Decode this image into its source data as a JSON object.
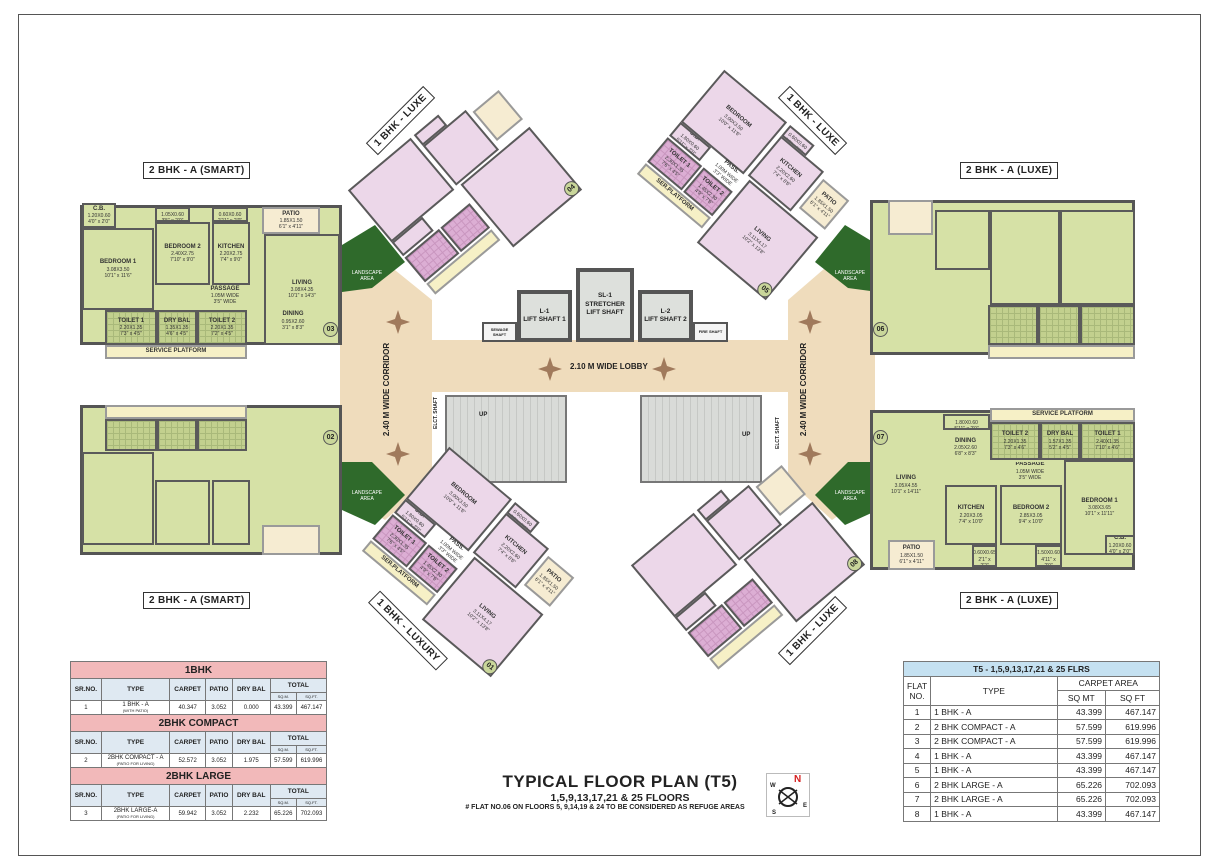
{
  "title": {
    "main": "TYPICAL FLOOR PLAN (T5)",
    "floors": "1,5,9,13,17,21 & 25 FLOORS",
    "note": "# FLAT NO.06 ON FLOORS 5, 9,14,19 & 24 TO BE CONSIDERED AS REFUGE AREAS"
  },
  "compass": {
    "n": "N",
    "e": "E",
    "s": "S",
    "w": "W",
    "n_color": "#d62020"
  },
  "unit_labels": {
    "tl": "2 BHK - A (SMART)",
    "bl": "2 BHK - A (SMART)",
    "tr": "2 BHK - A (LUXE)",
    "br": "2 BHK - A (LUXE)",
    "f04": "1 BHK - LUXE",
    "f05": "1 BHK - LUXE",
    "f08": "1 BHK - LUXE",
    "f01": "1 BHK - LUXURY"
  },
  "core": {
    "lobby": "2.10 M WIDE LOBBY",
    "corridor_left": "2.40 M WIDE CORRIDOR",
    "corridor_right": "2.40 M WIDE CORRIDOR",
    "lift1_tag": "L-1",
    "lift1": "LIFT SHAFT 1",
    "sl_tag": "SL-1",
    "sl": "STRETCHER LIFT SHAFT",
    "lift2_tag": "L-2",
    "lift2": "LIFT SHAFT 2",
    "sewage": "SEWAGE SHAFT",
    "fire": "FIRE SHAFT",
    "elec_left": "ELCT. SHAFT",
    "elec_right": "ELCT. SHAFT",
    "up_left": "UP",
    "up_right": "UP",
    "landscape": "LANDSCAPE AREA"
  },
  "flats": {
    "f03": {
      "number": "03",
      "rooms": [
        {
          "name": "C.B.",
          "dim": "1.20X0.60",
          "imp": "4'0\" x 2'0\""
        },
        {
          "name": "BEDROOM 1",
          "dim": "3.08X3.50",
          "imp": "10'1\" x 11'6\""
        },
        {
          "name": "C.B.",
          "dim": "1.05X0.60",
          "imp": "3'5\" x 2'0\""
        },
        {
          "name": "BEDROOM 2",
          "dim": "2.40X2.75",
          "imp": "7'10\" x 9'0\""
        },
        {
          "name": "C.B.",
          "dim": "0.60X0.60",
          "imp": "2'11\" x 2'0\""
        },
        {
          "name": "KITCHEN",
          "dim": "2.20X2.75",
          "imp": "7'4\" x 9'0\""
        },
        {
          "name": "PATIO",
          "dim": "1.85X1.50",
          "imp": "6'1\" x 4'11\""
        },
        {
          "name": "LIVING",
          "dim": "3.08X4.35",
          "imp": "10'1\" x 14'3\""
        },
        {
          "name": "PASSAGE",
          "dim": "1.05M WIDE",
          "imp": "3'5\" WIDE"
        },
        {
          "name": "DINING",
          "dim": "0.95X2.60",
          "imp": "3'1\" x 8'3\""
        },
        {
          "name": "TOILET 1",
          "dim": "2.20X1.35",
          "imp": "7'3\" x 4'5\""
        },
        {
          "name": "DRY BAL",
          "dim": "1.35X1.35",
          "imp": "4'6\" x 4'5\""
        },
        {
          "name": "TOILET 2",
          "dim": "2.20X1.35",
          "imp": "7'2\" x 4'5\""
        },
        {
          "name": "SERVICE PLATFORM",
          "dim": "",
          "imp": ""
        }
      ]
    },
    "f02": {
      "number": "02"
    },
    "f06": {
      "number": "06"
    },
    "f07": {
      "number": "07",
      "rooms": [
        {
          "name": "C.B.",
          "dim": "1.80X0.60",
          "imp": "5'11\" x 2'0\""
        },
        {
          "name": "DINING",
          "dim": "2.05X2.60",
          "imp": "6'8\" x 8'3\""
        },
        {
          "name": "TOILET 2",
          "dim": "2.20X1.35",
          "imp": "7'3\" x 4'6\""
        },
        {
          "name": "DRY BAL",
          "dim": "1.57X1.35",
          "imp": "5'2\" x 4'5\""
        },
        {
          "name": "TOILET 1",
          "dim": "2.40X1.35",
          "imp": "7'10\" x 4'6\""
        },
        {
          "name": "SERVICE PLATFORM",
          "dim": "",
          "imp": ""
        },
        {
          "name": "LIVING",
          "dim": "3.05X4.55",
          "imp": "10'1\" x 14'11\""
        },
        {
          "name": "PASSAGE",
          "dim": "1.05M WIDE",
          "imp": "3'5\" WIDE"
        },
        {
          "name": "KITCHEN",
          "dim": "2.20X3.05",
          "imp": "7'4\" x 10'0\""
        },
        {
          "name": "C.B.",
          "dim": "0.60X0.65",
          "imp": "2'1\" x 2'2\""
        },
        {
          "name": "BEDROOM 2",
          "dim": "2.85X3.05",
          "imp": "9'4\" x 10'0\""
        },
        {
          "name": "C.B.",
          "dim": "1.50X0.60",
          "imp": "4'11\" x 2'0\""
        },
        {
          "name": "BEDROOM 1",
          "dim": "3.08X3.65",
          "imp": "10'1\" x 11'11\""
        },
        {
          "name": "C.B.",
          "dim": "1.20X0.60",
          "imp": "4'0\" x 2'0\""
        },
        {
          "name": "PATIO",
          "dim": "1.85X1.50",
          "imp": "6'1\" x 4'11\""
        }
      ]
    },
    "f05": {
      "number": "05",
      "rooms": [
        {
          "name": "BEDROOM",
          "dim": "3.00X3.50",
          "imp": "10'0\" x 11'6\""
        },
        {
          "name": "C.B.",
          "dim": "1.80X0.60",
          "imp": "5'11\" x 2'0\""
        },
        {
          "name": "C.B.",
          "dim": "0.60X0.60",
          "imp": "2'0\" x 2'0\""
        },
        {
          "name": "KITCHEN",
          "dim": "2.20X2.60",
          "imp": "7'4\" x 8'6\""
        },
        {
          "name": "PATIO",
          "dim": "1.85X1.50",
          "imp": "6'1\" x 4'11\""
        },
        {
          "name": "TOILET 1",
          "dim": "2.30X1.35",
          "imp": "7'6\" x 4'5\""
        },
        {
          "name": "TOILET 2",
          "dim": "1.45X2.30",
          "imp": "4'9\" x 7'6\""
        },
        {
          "name": "PASS.",
          "dim": "1.00M WIDE",
          "imp": "3'3\" WIDE"
        },
        {
          "name": "LIVING",
          "dim": "3.11X4.17",
          "imp": "10'2\" x 13'8\""
        },
        {
          "name": "SER.PLATFORM",
          "dim": "",
          "imp": ""
        }
      ]
    },
    "f01": {
      "number": "01",
      "rooms": [
        {
          "name": "BEDROOM",
          "dim": "3.00X3.50",
          "imp": "10'0\" x 11'6\""
        },
        {
          "name": "C.B.",
          "dim": "1.80X0.60",
          "imp": "5'11\" x 2'0\""
        },
        {
          "name": "C.B.",
          "dim": "0.60X0.60",
          "imp": "2'0\" x 2'0\""
        },
        {
          "name": "KITCHEN",
          "dim": "2.20X2.60",
          "imp": "7'4\" x 8'6\""
        },
        {
          "name": "PATIO",
          "dim": "1.85X1.50",
          "imp": "6'1\" x 4'11\""
        },
        {
          "name": "TOILET 1",
          "dim": "2.30X1.35",
          "imp": "7'6\" x 4'5\""
        },
        {
          "name": "TOILET 2",
          "dim": "1.45X2.30",
          "imp": "4'9\" x 7'6\""
        },
        {
          "name": "PASS.",
          "dim": "1.00M WIDE",
          "imp": "3'3\" WIDE"
        },
        {
          "name": "LIVING",
          "dim": "3.11X4.17",
          "imp": "10'2\" x 13'8\""
        },
        {
          "name": "SER.PLATFORM",
          "dim": "",
          "imp": ""
        }
      ]
    },
    "f04": {
      "number": "04"
    },
    "f08": {
      "number": "08"
    }
  },
  "area_tables": {
    "headers": {
      "sr": "SR.NO.",
      "type": "TYPE",
      "carpet": "CARPET",
      "patio": "PATIO",
      "dry": "DRY BAL",
      "total": "TOTAL",
      "sqm": "SQ.M.",
      "sqft": "SQ.FT."
    },
    "sections": [
      {
        "title": "1BHK",
        "row": {
          "sr": "1",
          "type": "1 BHK - A",
          "sub": "(WITH PATIO)",
          "carpet": "40.347",
          "patio": "3.052",
          "dry": "0.000",
          "sqm": "43.399",
          "sqft": "467.147"
        }
      },
      {
        "title": "2BHK COMPACT",
        "row": {
          "sr": "2",
          "type": "2BHK COMPACT - A",
          "sub": "(PATIO FOR LIVING)",
          "carpet": "52.572",
          "patio": "3.052",
          "dry": "1.975",
          "sqm": "57.599",
          "sqft": "619.996"
        }
      },
      {
        "title": "2BHK LARGE",
        "row": {
          "sr": "3",
          "type": "2BHK LARGE-A",
          "sub": "(PATIO FOR LIVING)",
          "carpet": "59.942",
          "patio": "3.052",
          "dry": "2.232",
          "sqm": "65.226",
          "sqft": "702.093"
        }
      }
    ]
  },
  "flat_table": {
    "title": "T5 - 1,5,9,13,17,21 & 25 FLRS",
    "headers": {
      "flat": "FLAT",
      "no": "NO.",
      "type": "TYPE",
      "carpet": "CARPET AREA",
      "sqmt": "SQ MT",
      "sqft": "SQ FT"
    },
    "rows": [
      [
        "1",
        "1 BHK - A",
        "43.399",
        "467.147"
      ],
      [
        "2",
        "2 BHK COMPACT - A",
        "57.599",
        "619.996"
      ],
      [
        "3",
        "2 BHK COMPACT - A",
        "57.599",
        "619.996"
      ],
      [
        "4",
        "1 BHK - A",
        "43.399",
        "467.147"
      ],
      [
        "5",
        "1 BHK - A",
        "43.399",
        "467.147"
      ],
      [
        "6",
        "2 BHK LARGE - A",
        "65.226",
        "702.093"
      ],
      [
        "7",
        "2 BHK LARGE - A",
        "65.226",
        "702.093"
      ],
      [
        "8",
        "1 BHK - A",
        "43.399",
        "467.147"
      ]
    ]
  }
}
